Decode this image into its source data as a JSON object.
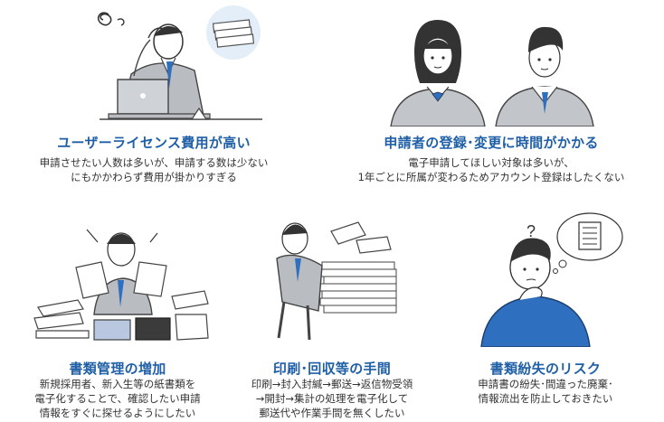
{
  "cards": [
    {
      "title": "ユーザーライセンス費用が高い",
      "desc": [
        "申請させたい人数は多いが、申請する数は少ない",
        "にもかかわらず費用が掛かりすぎる"
      ]
    },
    {
      "title": "申請者の登録･変更に時間がかかる",
      "desc": [
        "電子申請してほしい対象は多いが、",
        "1年ごとに所属が変わるためアカウント登録はしたくない"
      ]
    },
    {
      "title": "書類管理の増加",
      "desc": [
        "新規採用者、新入生等の紙書類を",
        "電子化することで、確認したい申請",
        "情報をすぐに探せるようにしたい"
      ]
    },
    {
      "title": "印刷･回収等の手間",
      "desc": [
        "印刷→封入封緘→郵送→返信物受領",
        "→開封→集計の処理を電子化して",
        "郵送代や作業手間を無くしたい"
      ]
    },
    {
      "title": "書類紛失のリスク",
      "desc": [
        "申請書の紛失･間違った廃棄･",
        "情報流出を防止しておきたい"
      ]
    }
  ],
  "colors": {
    "accent": "#1f5fa6",
    "shirt_blue": "#2f6fc0"
  }
}
